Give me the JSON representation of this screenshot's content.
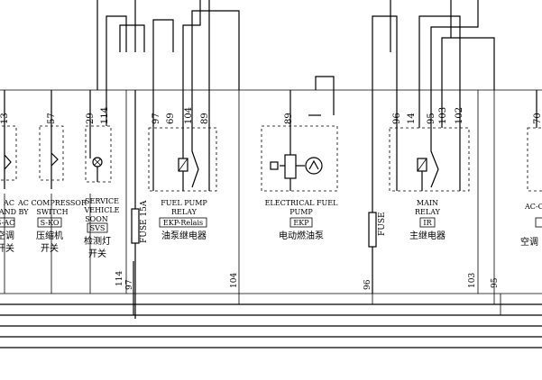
{
  "components": {
    "ac_standby": {
      "wire": "13",
      "label_lines": [
        "AC",
        "STAND BY"
      ],
      "code": "S-AC",
      "zh_lines": [
        "空调",
        "开关"
      ]
    },
    "compressor_switch": {
      "wire": "57",
      "label_lines": [
        "AC COMPRESSOR",
        "SWITCH"
      ],
      "code": "S-KO",
      "zh_lines": [
        "压缩机",
        "开关"
      ]
    },
    "service_lamp": {
      "wires": [
        "29",
        "114"
      ],
      "label_lines": [
        "SERVICE",
        "VEHICLE",
        "SOON"
      ],
      "code": "SVS",
      "zh_lines": [
        "检测灯",
        "开关"
      ]
    },
    "fuse_15a": {
      "label": "FUSE 15A"
    },
    "fuel_pump_relay": {
      "wires": [
        "97",
        "69",
        "104",
        "89"
      ],
      "label_lines": [
        "FUEL PUMP",
        "RELAY"
      ],
      "code": "EKP-Relais",
      "zh": "油泵继电器"
    },
    "electrical_fuel_pump": {
      "wire": "89",
      "label_lines": [
        "ELECTRICAL FUEL",
        "PUMP"
      ],
      "code": "EKP",
      "zh": "电动燃油泵"
    },
    "fuse": {
      "label": "FUSE"
    },
    "main_relay": {
      "wires": [
        "96",
        "14",
        "95",
        "103",
        "102"
      ],
      "label_lines": [
        "MAIN",
        "RELAY"
      ],
      "code": "IR",
      "zh": "主继电器"
    },
    "ac_control": {
      "wire": "70",
      "label": "AC-C",
      "zh": "空调"
    }
  },
  "bus_wire_labels": [
    "114",
    "97",
    "104",
    "96",
    "103",
    "95"
  ]
}
